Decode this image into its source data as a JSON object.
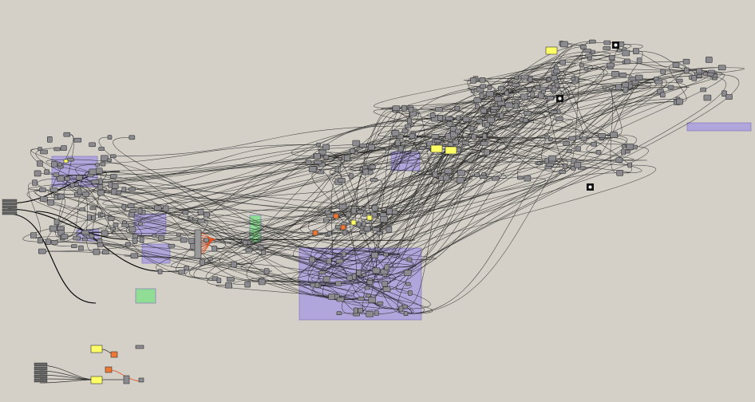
{
  "app": {
    "type": "node-graph-editor",
    "labels_visible": false
  },
  "canvas": {
    "background": "#d4d0c8",
    "wire_color": "#222222",
    "selected_wire_color": "#e05020"
  },
  "groups": [
    {
      "name": "group-purple-left",
      "color": "#a89be0"
    },
    {
      "name": "group-purple-mid-1",
      "color": "#a89be0"
    },
    {
      "name": "group-purple-mid-2",
      "color": "#a89be0"
    },
    {
      "name": "group-purple-mid-3",
      "color": "#a89be0"
    },
    {
      "name": "group-green-left",
      "color": "#7fe08a"
    },
    {
      "name": "group-green-mid",
      "color": "#7fe08a"
    },
    {
      "name": "group-purple-top",
      "color": "#a89be0"
    },
    {
      "name": "group-purple-large",
      "color": "#a89be0"
    },
    {
      "name": "group-purple-bar",
      "color": "#a89be0"
    }
  ],
  "node_styles": {
    "component": "#8a8a8f",
    "panel": "#ffff66",
    "param": "#ee7733",
    "icon": "#111111",
    "gradient": "#999999"
  }
}
